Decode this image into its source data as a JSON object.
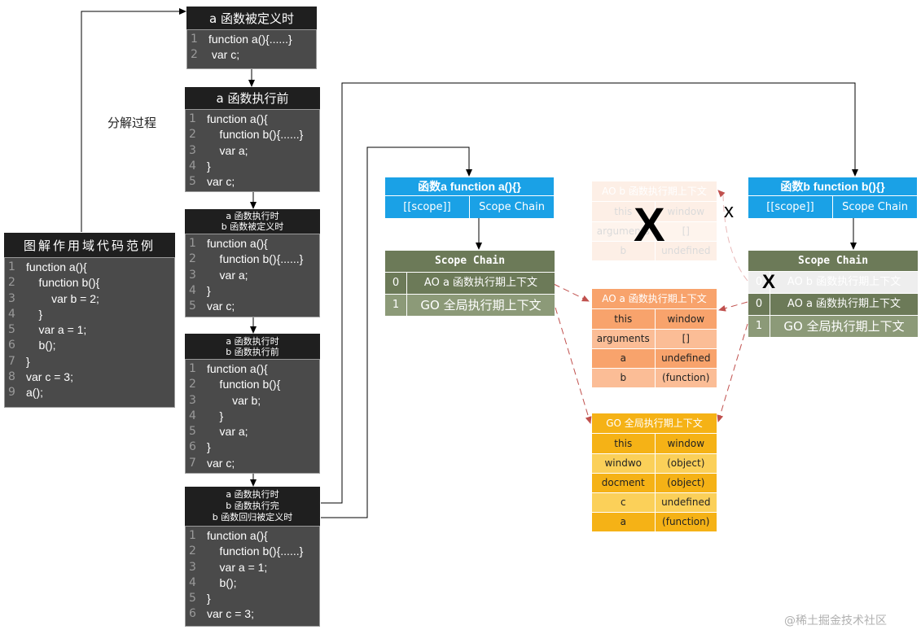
{
  "main_label": "图解作用域代码范例",
  "main_code": [
    "function a(){",
    "    function b(){",
    "        var b = 2;",
    "    }",
    "    var a = 1;",
    "    b();",
    "}",
    "var c = 3;",
    "a();"
  ],
  "process_label": "分解过程",
  "steps": [
    {
      "header": [
        "a 函数被定义时"
      ],
      "code": [
        "function a(){......}",
        " var c;"
      ]
    },
    {
      "header": [
        "a 函数执行前"
      ],
      "code": [
        "function a(){",
        "    function b(){......}",
        "    var a;",
        "}",
        "var c;"
      ]
    },
    {
      "header": [
        "a 函数执行时",
        "b 函数被定义时"
      ],
      "code": [
        "function a(){",
        "    function b(){......}",
        "    var a;",
        "}",
        "var c;"
      ]
    },
    {
      "header": [
        "a 函数执行时",
        "b 函数执行前"
      ],
      "code": [
        "function a(){",
        "    function b(){",
        "        var b;",
        "    }",
        "    var a;",
        "}",
        "var c;"
      ]
    },
    {
      "header": [
        "a 函数执行时",
        "b 函数执行完",
        "b 函数回归被定义时"
      ],
      "code": [
        "function a(){",
        "    function b(){......}",
        "    var a = 1;",
        "    b();",
        "}",
        "var c = 3;"
      ]
    }
  ],
  "func_a": {
    "title": "函数a function a(){}",
    "left": "[[scope]]",
    "right": "Scope Chain"
  },
  "func_b": {
    "title": "函数b function b(){}",
    "left": "[[scope]]",
    "right": "Scope Chain"
  },
  "scope_chain_a": {
    "title": "Scope Chain",
    "rows": [
      {
        "idx": "0",
        "text": "AO a 函数执行期上下文"
      },
      {
        "idx": "1",
        "text": "GO 全局执行期上下文"
      }
    ]
  },
  "scope_chain_b": {
    "title": "Scope Chain",
    "rows": [
      {
        "idx": "0",
        "text": "AO b 函数执行期上下文"
      },
      {
        "idx": "0",
        "text": "AO a 函数执行期上下文"
      },
      {
        "idx": "1",
        "text": "GO 全局执行期上下文"
      }
    ]
  },
  "ao_a": {
    "title": "AO a 函数执行期上下文",
    "rows": [
      [
        "this",
        "window"
      ],
      [
        "arguments",
        "[]"
      ],
      [
        "a",
        "undefined"
      ],
      [
        "b",
        "(function)"
      ]
    ]
  },
  "ao_b_ghost": {
    "title": "AO b 函数执行期上下文",
    "rows": [
      [
        "this",
        "window"
      ],
      [
        "arguments",
        "[]"
      ],
      [
        "b",
        "undefined"
      ]
    ]
  },
  "go": {
    "title": "GO 全局执行期上下文",
    "rows": [
      [
        "this",
        "window"
      ],
      [
        "windwo",
        "(object)"
      ],
      [
        "docment",
        "(object)"
      ],
      [
        "c",
        "undefined"
      ],
      [
        "a",
        "(function)"
      ]
    ]
  },
  "marks": {
    "big_x": "X",
    "small_x": "x",
    "mid_x": "X"
  },
  "watermark": "@稀土掘金技术社区",
  "colors": {
    "dark": "#1f1f1f",
    "code_bg": "#4a4a4a",
    "blue": "#1aa1e6",
    "olive": "#6c7a58",
    "olive_light": "#8c9a78",
    "orange": "#f8a36c",
    "orange_light": "#fbbd96",
    "gold": "#f5b216",
    "gold_light": "#fbd059",
    "arrow_red": "#c0504d"
  }
}
